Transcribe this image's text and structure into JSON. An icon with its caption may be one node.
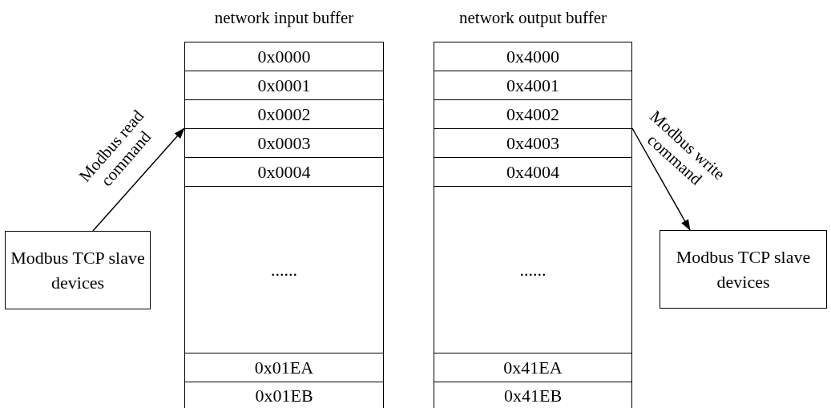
{
  "diagram": {
    "nodes": [
      {
        "text": [
          "network input buffer"
        ]
      },
      {
        "text": [
          "0x0000"
        ],
        "in": 0
      },
      {
        "text": [
          "0x0001"
        ],
        "in": 0
      },
      {
        "text": [
          "0x0002"
        ],
        "in": 0
      },
      {
        "text": [
          "0x0003"
        ],
        "in": 0
      },
      {
        "text": [
          "0x0004"
        ],
        "in": 0
      },
      {
        "text": [
          "......"
        ],
        "in": 0
      },
      {
        "text": [
          "0x01EA"
        ],
        "in": 0
      },
      {
        "text": [
          "0x01EB"
        ],
        "in": 0
      },
      {
        "text": [
          "network output buffer"
        ]
      },
      {
        "text": [
          "0x4000"
        ],
        "in": 9
      },
      {
        "text": [
          "0x4001"
        ],
        "in": 9
      },
      {
        "text": [
          "0x4002"
        ],
        "in": 9
      },
      {
        "text": [
          "0x4003"
        ],
        "in": 9
      },
      {
        "text": [
          "0x4004"
        ],
        "in": 9
      },
      {
        "text": [
          "......"
        ],
        "in": 9
      },
      {
        "text": [
          "0x41EA"
        ],
        "in": 9
      },
      {
        "text": [
          "0x41EB"
        ],
        "in": 9
      },
      {
        "text": [
          "Modbus TCP slave devices"
        ]
      },
      {
        "text": [
          "Modbus TCP slave devices"
        ]
      }
    ],
    "edges": [
      {
        "from": 18,
        "to": 0,
        "arrow": "to",
        "label": "Modbus read command"
      },
      {
        "from": 9,
        "to": 19,
        "arrow": "to",
        "label": "Modbus write command"
      }
    ]
  }
}
